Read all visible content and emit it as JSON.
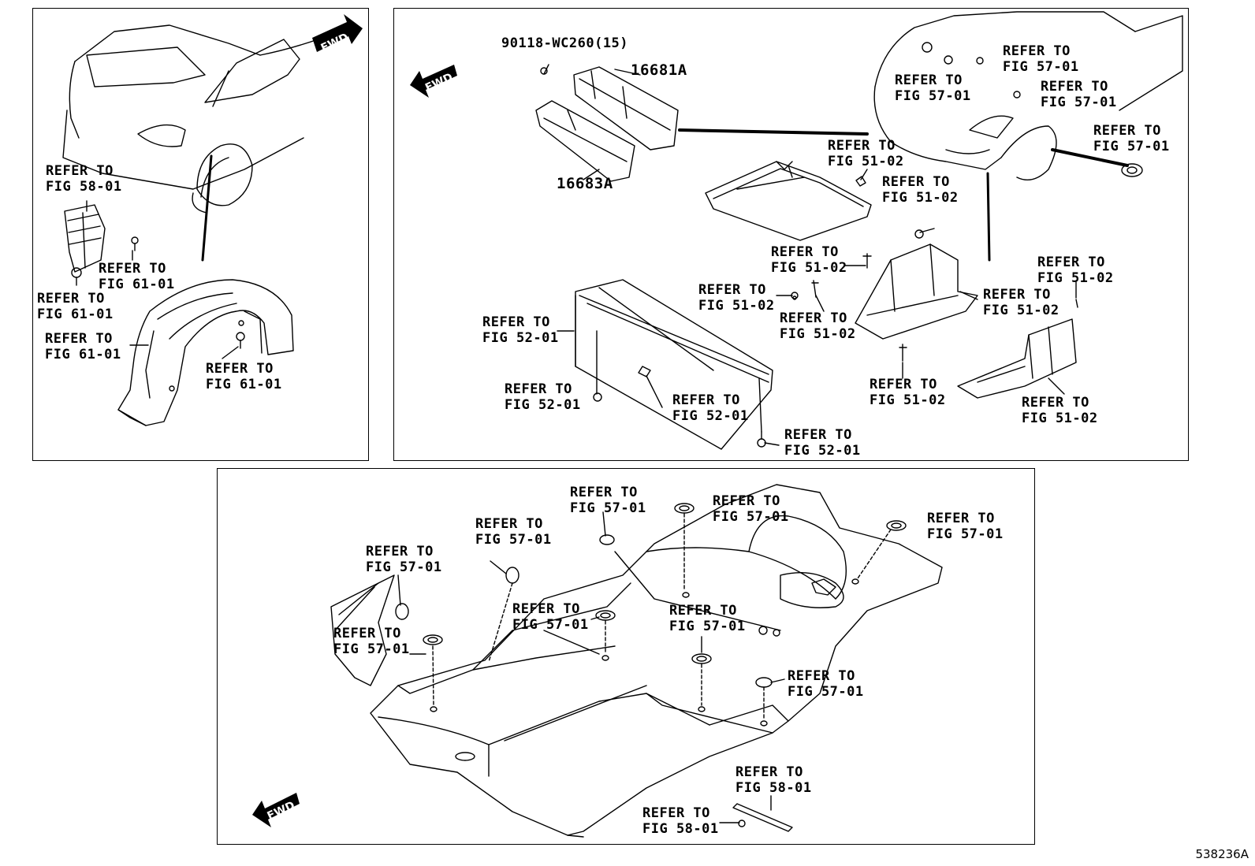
{
  "diagram": {
    "code": "538236A",
    "fwd_label": "FWD",
    "part_numbers": {
      "bolt": "90118-WC260(15)",
      "duct_upper": "16681A",
      "duct_lower": "16683A"
    },
    "panel_left": {
      "callouts": [
        {
          "line1": "REFER TO",
          "line2": "FIG 58-01"
        },
        {
          "line1": "REFER TO",
          "line2": "FIG 61-01"
        },
        {
          "line1": "REFER TO",
          "line2": "FIG 61-01"
        },
        {
          "line1": "REFER TO",
          "line2": "FIG 61-01"
        },
        {
          "line1": "REFER TO",
          "line2": "FIG 61-01"
        }
      ]
    },
    "panel_right": {
      "callouts": [
        {
          "line1": "REFER TO",
          "line2": "FIG 57-01"
        },
        {
          "line1": "REFER TO",
          "line2": "FIG 57-01"
        },
        {
          "line1": "REFER TO",
          "line2": "FIG 57-01"
        },
        {
          "line1": "REFER TO",
          "line2": "FIG 57-01"
        },
        {
          "line1": "REFER TO",
          "line2": "FIG 51-02"
        },
        {
          "line1": "REFER TO",
          "line2": "FIG 51-02"
        },
        {
          "line1": "REFER TO",
          "line2": "FIG 51-02"
        },
        {
          "line1": "REFER TO",
          "line2": "FIG 51-02"
        },
        {
          "line1": "REFER TO",
          "line2": "FIG 51-02"
        },
        {
          "line1": "REFER TO",
          "line2": "FIG 51-02"
        },
        {
          "line1": "REFER TO",
          "line2": "FIG 51-02"
        },
        {
          "line1": "REFER TO",
          "line2": "FIG 51-02"
        },
        {
          "line1": "REFER TO",
          "line2": "FIG 51-02"
        },
        {
          "line1": "REFER TO",
          "line2": "FIG 52-01"
        },
        {
          "line1": "REFER TO",
          "line2": "FIG 52-01"
        },
        {
          "line1": "REFER TO",
          "line2": "FIG 52-01"
        },
        {
          "line1": "REFER TO",
          "line2": "FIG 52-01"
        }
      ]
    },
    "panel_bottom": {
      "callouts": [
        {
          "line1": "REFER TO",
          "line2": "FIG 57-01"
        },
        {
          "line1": "REFER TO",
          "line2": "FIG 57-01"
        },
        {
          "line1": "REFER TO",
          "line2": "FIG 57-01"
        },
        {
          "line1": "REFER TO",
          "line2": "FIG 57-01"
        },
        {
          "line1": "REFER TO",
          "line2": "FIG 57-01"
        },
        {
          "line1": "REFER TO",
          "line2": "FIG 57-01"
        },
        {
          "line1": "REFER TO",
          "line2": "FIG 57-01"
        },
        {
          "line1": "REFER TO",
          "line2": "FIG 57-01"
        },
        {
          "line1": "REFER TO",
          "line2": "FIG 57-01"
        },
        {
          "line1": "REFER TO",
          "line2": "FIG 58-01"
        },
        {
          "line1": "REFER TO",
          "line2": "FIG 58-01"
        }
      ]
    }
  }
}
